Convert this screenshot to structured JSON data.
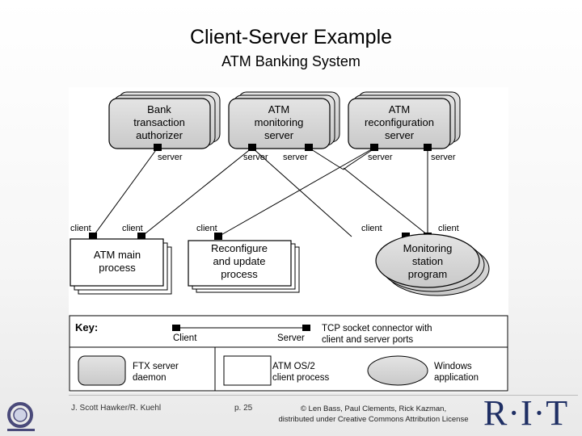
{
  "slide": {
    "title": "Client-Server Example",
    "subtitle": "ATM Banking System"
  },
  "diagram": {
    "servers": [
      {
        "line1": "Bank",
        "line2": "transaction",
        "line3": "authorizer"
      },
      {
        "line1": "ATM",
        "line2": "monitoring",
        "line3": "server"
      },
      {
        "line1": "ATM",
        "line2": "reconfiguration",
        "line3": "server"
      }
    ],
    "clients": [
      {
        "line1": "ATM main",
        "line2": "process"
      },
      {
        "line1": "Reconfigure",
        "line2": "and update",
        "line3": "process"
      },
      {
        "line1": "Monitoring",
        "line2": "station",
        "line3": "program"
      }
    ],
    "port_labels": {
      "server": "server",
      "client": "client"
    },
    "key": {
      "heading": "Key:",
      "client_label": "Client",
      "server_label": "Server",
      "connector_line1": "TCP socket connector with",
      "connector_line2": "client and server ports",
      "ftx_line1": "FTX server",
      "ftx_line2": "daemon",
      "atm_os_line1": "ATM OS/2",
      "atm_os_line2": "client process",
      "windows_line1": "Windows",
      "windows_line2": "application"
    }
  },
  "footer": {
    "author": "J. Scott Hawker/R. Kuehl",
    "page": "p. 25",
    "copyright_line1": "© Len Bass, Paul Clements, Rick Kazman,",
    "copyright_line2": "distributed under Creative Commons Attribution License",
    "rit_logo": "R·I·T",
    "logo_left": "software-engineering-logo",
    "rit_color": "#1f2f64"
  }
}
